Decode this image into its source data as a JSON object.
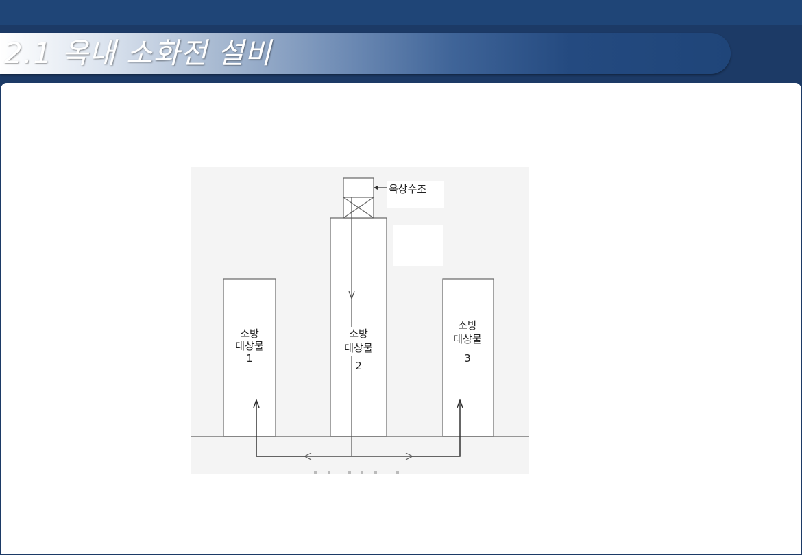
{
  "slide": {
    "title": "2.1 옥내 소화전 설비"
  },
  "diagram": {
    "tank_label": "옥상수조",
    "buildings": [
      {
        "line1": "소방",
        "line2": "대상물",
        "number": "1"
      },
      {
        "line1": "소방",
        "line2": "대상물",
        "number": "2"
      },
      {
        "line1": "소방",
        "line2": "대상물",
        "number": "3"
      }
    ]
  }
}
